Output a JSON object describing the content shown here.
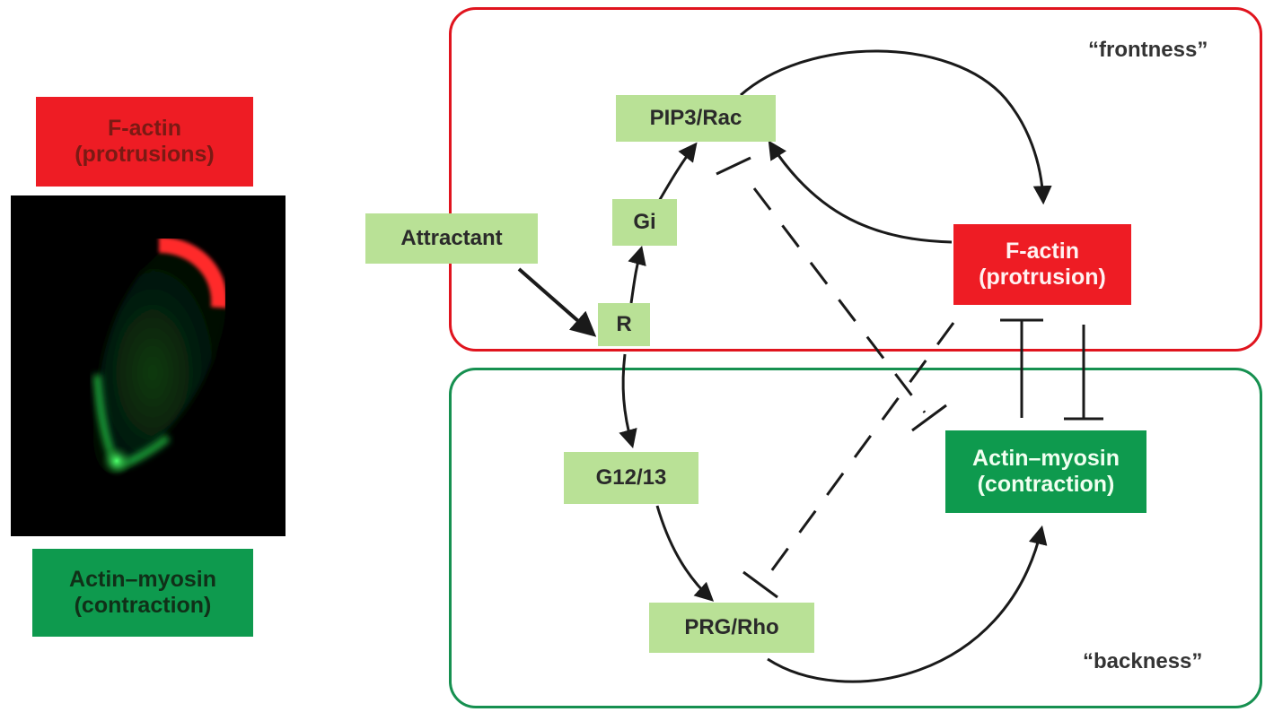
{
  "legend": {
    "factin": {
      "line1": "F-actin",
      "line2": "(protrusions)"
    },
    "actomyosin": {
      "line1": "Actin–myosin",
      "line2": "(contraction)"
    }
  },
  "regions": {
    "front": {
      "label": "“frontness”",
      "color": "#e0141e"
    },
    "back": {
      "label": "“backness”",
      "color": "#169050"
    }
  },
  "nodes": {
    "attractant": "Attractant",
    "r": "R",
    "gi": "Gi",
    "pip3": "PIP3/Rac",
    "factin": {
      "line1": "F-actin",
      "line2": "(protrusion)"
    },
    "g1213": "G12/13",
    "prgrho": "PRG/Rho",
    "actomyosin": {
      "line1": "Actin–myosin",
      "line2": "(contraction)"
    }
  },
  "colors": {
    "node_fill": "#b9e196",
    "factin_fill": "#ee1c24",
    "actomyosin_fill": "#0e9a4e",
    "edge": "#1a1a1a"
  }
}
